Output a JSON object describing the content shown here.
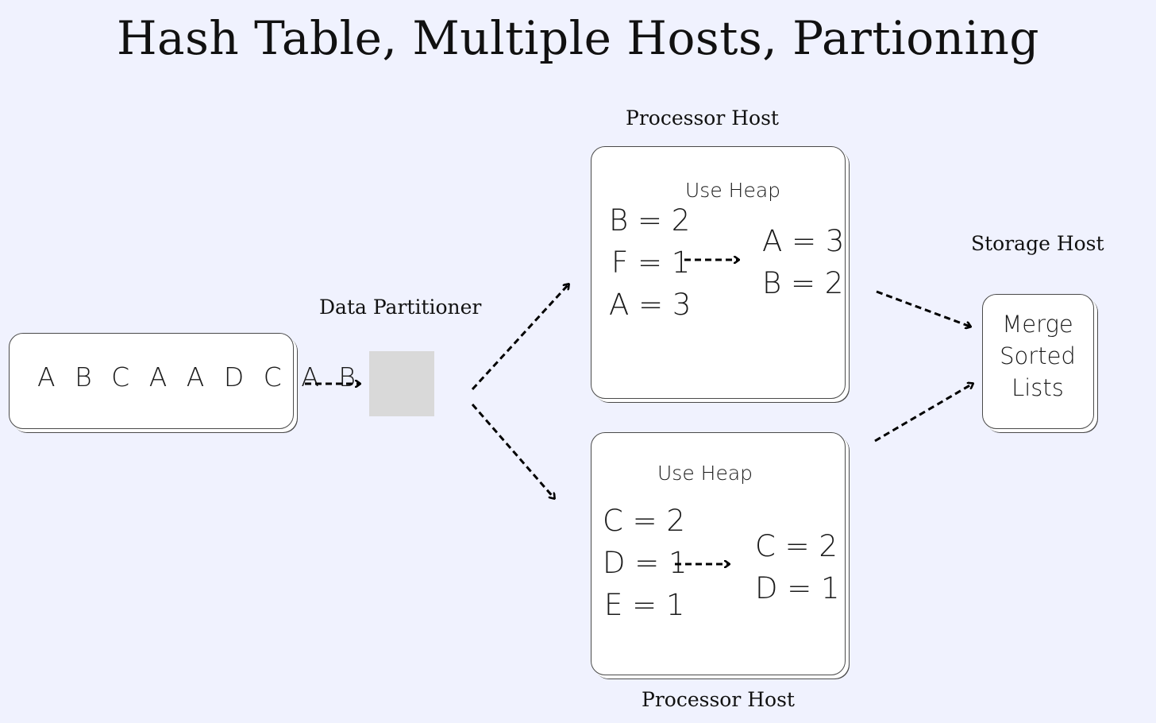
{
  "title": "Hash Table, Multiple Hosts, Partioning",
  "input": {
    "text": "A B C A A D C A B C"
  },
  "partitioner": {
    "label": "Data Partitioner"
  },
  "processor_top": {
    "label": "Processor Host",
    "heap_label": "Use Heap",
    "counts": [
      "B = 2",
      "F = 1",
      "A = 3"
    ],
    "sorted": [
      "A = 3",
      "B = 2"
    ]
  },
  "processor_bottom": {
    "label": "Processor Host",
    "heap_label": "Use Heap",
    "counts": [
      "C = 2",
      "D = 1",
      "E = 1"
    ],
    "sorted": [
      "C = 2",
      "D = 1"
    ]
  },
  "storage": {
    "label": "Storage Host",
    "lines": [
      "Merge",
      "Sorted",
      "Lists"
    ]
  },
  "colors": {
    "background": "#f0f2fe",
    "card": "#ffffff",
    "partitioner": "#d9d9d9",
    "arrow": "#000000"
  }
}
